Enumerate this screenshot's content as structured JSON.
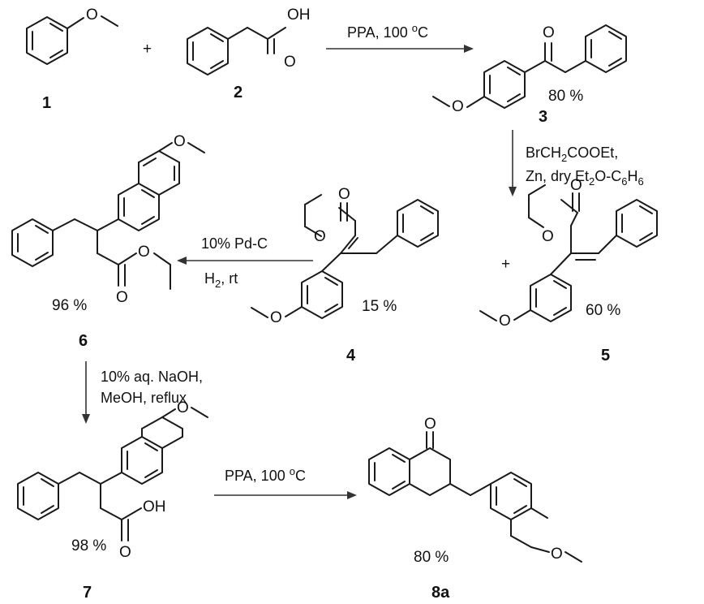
{
  "compounds": [
    {
      "id": "1",
      "label": "1"
    },
    {
      "id": "2",
      "label": "2",
      "atoms": [
        "O",
        "OH"
      ]
    },
    {
      "id": "3",
      "label": "3",
      "yield": "80 %",
      "atoms": [
        "O"
      ]
    },
    {
      "id": "4",
      "label": "4",
      "yield": "15 %",
      "atoms": [
        "O",
        "O"
      ]
    },
    {
      "id": "5",
      "label": "5",
      "yield": "60 %",
      "atoms": [
        "O",
        "O"
      ]
    },
    {
      "id": "6",
      "label": "6",
      "yield": "96 %",
      "atoms": [
        "O",
        "O"
      ]
    },
    {
      "id": "7",
      "label": "7",
      "yield": "98 %",
      "atoms": [
        "O",
        "OH"
      ]
    },
    {
      "id": "8a",
      "label": "8a",
      "yield": "80 %",
      "atoms": [
        "O"
      ]
    }
  ],
  "plus_sign": "+",
  "methoxy_atom": "O",
  "reactions": [
    {
      "id": "r1",
      "line1": "PPA, 100 ",
      "line1_sup": "o",
      "line1_tail": "C"
    },
    {
      "id": "r2",
      "line1": "BrCH",
      "line1_sub": "2",
      "line1_tail": "COOEt,",
      "line2_a": "Zn, dry Et",
      "line2_sub1": "2",
      "line2_b": "O-C",
      "line2_sub2": "6",
      "line2_c": "H",
      "line2_sub3": "6"
    },
    {
      "id": "r3",
      "line1": "10% Pd-C",
      "line2": "H",
      "line2_sub": "2",
      "line2_tail": ", rt"
    },
    {
      "id": "r4",
      "line1": "10% aq. NaOH,",
      "line2": "MeOH, reflux"
    },
    {
      "id": "r5",
      "line1": "PPA, 100 ",
      "line1_sup": "o",
      "line1_tail": "C"
    }
  ]
}
